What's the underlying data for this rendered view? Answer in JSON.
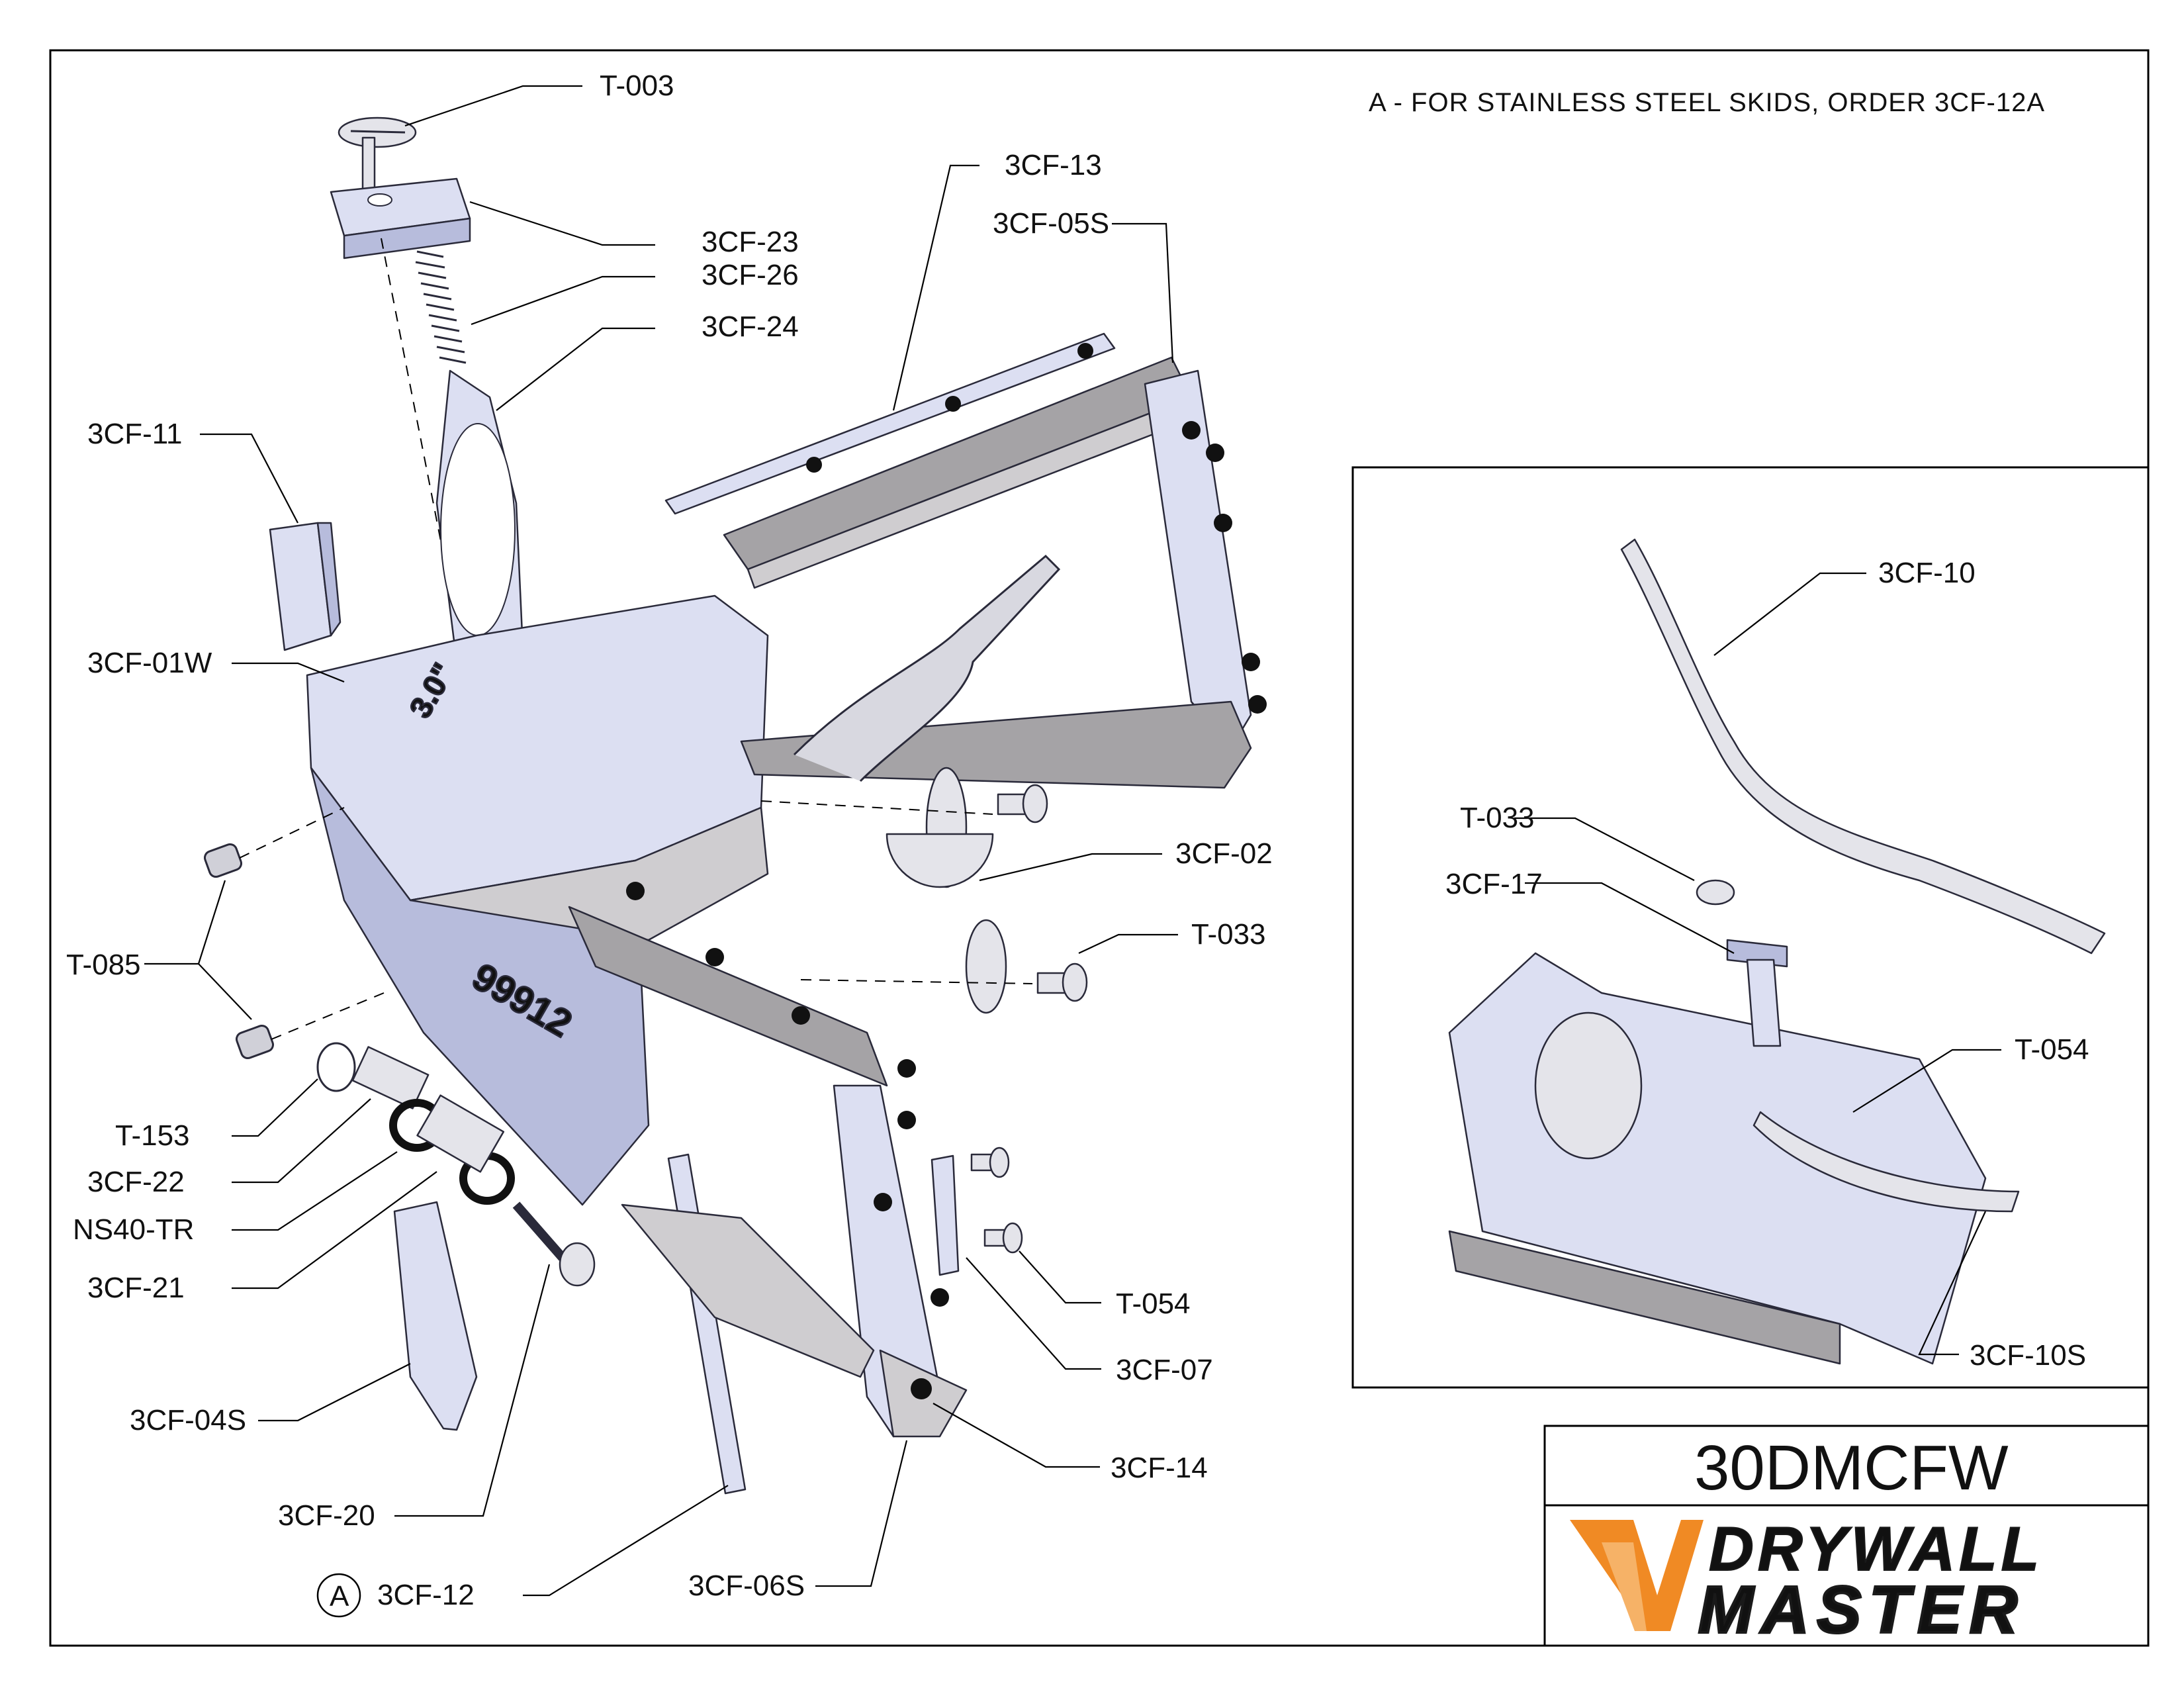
{
  "note": "A - FOR STAINLESS STEEL SKIDS, ORDER 3CF-12A",
  "model": "30DMCFW",
  "brand": {
    "line1": "DRYWALL",
    "line2": "MASTER",
    "colors": {
      "orange": "#f08a24",
      "orange_light": "#f6b267",
      "dark": "#1a1a1a"
    }
  },
  "callout_marker": "A",
  "main_labels": {
    "t003": "T-003",
    "cf23": "3CF-23",
    "cf26": "3CF-26",
    "cf24": "3CF-24",
    "cf13": "3CF-13",
    "cf05s": "3CF-05S",
    "cf11": "3CF-11",
    "cf01w": "3CF-01W",
    "cf02": "3CF-02",
    "t033": "T-033",
    "t085": "T-085",
    "t153": "T-153",
    "cf22": "3CF-22",
    "ns40": "NS40-TR",
    "cf21": "3CF-21",
    "cf04s": "3CF-04S",
    "cf20": "3CF-20",
    "cf12": "3CF-12",
    "cf06s": "3CF-06S",
    "t054": "T-054",
    "cf07": "3CF-07",
    "cf14": "3CF-14"
  },
  "detail_labels": {
    "cf10": "3CF-10",
    "t033": "T-033",
    "cf17": "3CF-17",
    "t054": "T-054",
    "cf10s": "3CF-10S"
  },
  "part_markings": {
    "size": "3.0\"",
    "number": "99912"
  }
}
